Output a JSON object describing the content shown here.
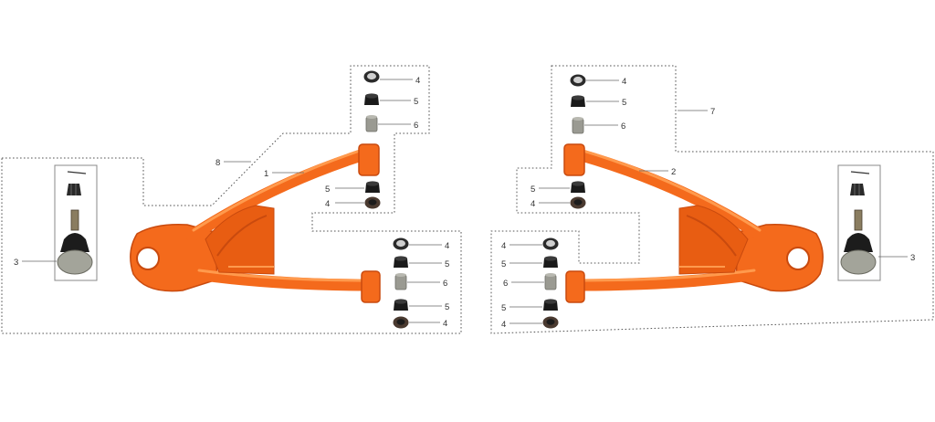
{
  "diagram": {
    "colors": {
      "arm": "#f46a1c",
      "arm_dark": "#c94a0e",
      "arm_light": "#ff9a4d",
      "outline": "#555555",
      "metal": "#9a9a92",
      "rubber": "#1c1c1c",
      "leader": "#666666"
    },
    "callouts": {
      "c1": "1",
      "c2": "2",
      "c3_left": "3",
      "c3_right": "3",
      "c4": "4",
      "c5": "5",
      "c6": "6",
      "c7": "7",
      "c8": "8"
    },
    "parts": [
      {
        "number": "1",
        "name": "left-a-arm"
      },
      {
        "number": "2",
        "name": "right-a-arm"
      },
      {
        "number": "3",
        "name": "ball-joint"
      },
      {
        "number": "4",
        "name": "washer"
      },
      {
        "number": "5",
        "name": "rubber-bushing"
      },
      {
        "number": "6",
        "name": "metal-sleeve"
      },
      {
        "number": "7",
        "name": "right-arm-assembly"
      },
      {
        "number": "8",
        "name": "left-arm-assembly"
      }
    ]
  }
}
